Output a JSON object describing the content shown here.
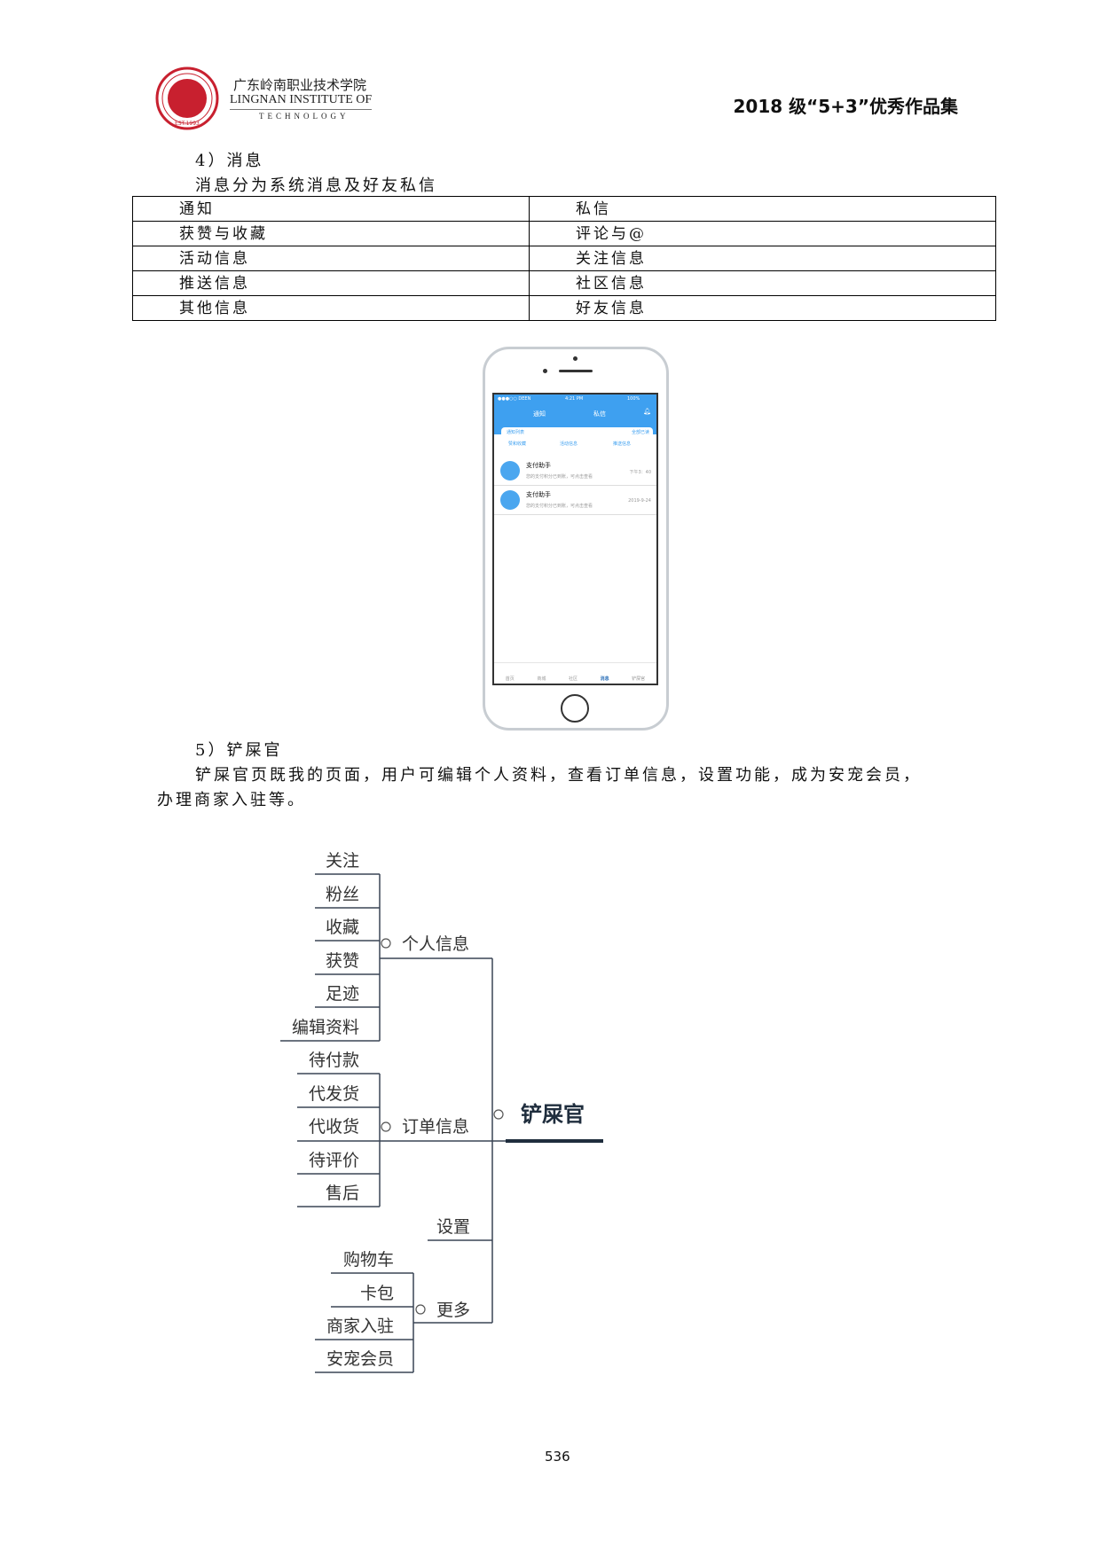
{
  "header": {
    "logo": {
      "ring_text": "LINGNAN EDUCATION",
      "est": "EST.1993"
    },
    "school_cn": "广东岭南职业技术学院",
    "school_en": "LINGNAN INSTITUTE OF",
    "school_en2": "TECHNOLOGY",
    "collection_title": "2018 级“5+3”优秀作品集"
  },
  "section4": {
    "heading": "4）消息",
    "intro": "消息分为系统消息及好友私信",
    "table": [
      [
        "通知",
        "私信"
      ],
      [
        "获赞与收藏",
        "评论与@"
      ],
      [
        "活动信息",
        "关注信息"
      ],
      [
        "推送信息",
        "社区信息"
      ],
      [
        "其他信息",
        "好友信息"
      ]
    ]
  },
  "phone": {
    "status": {
      "carrier": "●●●○○ DEEN",
      "time": "4:21 PM",
      "battery": "100%"
    },
    "tabs": [
      "通知",
      "私信"
    ],
    "card": {
      "title": "通知列表",
      "mark_read": "全部已读"
    },
    "shortcuts": [
      "赞和收藏",
      "活动信息",
      "推送信息"
    ],
    "messages": [
      {
        "name": "支付助手",
        "preview": "您的支付积分已到账，可点击查看",
        "time": "下午3：40"
      },
      {
        "name": "支付助手",
        "preview": "您的支付积分已到账，可点击查看",
        "time": "2019-9-24"
      }
    ],
    "nav": [
      "首页",
      "商城",
      "社区",
      "消息",
      "铲屎官"
    ],
    "accent": "#3ea0f0"
  },
  "section5": {
    "heading": "5）铲屎官",
    "para1": "铲屎官页既我的页面，用户可编辑个人资料，查看订单信息，设置功能，成为安宠会员，",
    "para2": "办理商家入驻等。"
  },
  "mindmap": {
    "root": "铲屎官",
    "branches": [
      {
        "label": "个人信息",
        "children": [
          "关注",
          "粉丝",
          "收藏",
          "获赞",
          "足迹",
          "编辑资料"
        ]
      },
      {
        "label": "订单信息",
        "children": [
          "待付款",
          "代发货",
          "代收货",
          "待评价",
          "售后"
        ]
      },
      {
        "label": "设置",
        "children": []
      },
      {
        "label": "更多",
        "children": [
          "购物车",
          "卡包",
          "商家入驻",
          "安宠会员"
        ]
      }
    ]
  },
  "footer": {
    "page_number": "536"
  }
}
